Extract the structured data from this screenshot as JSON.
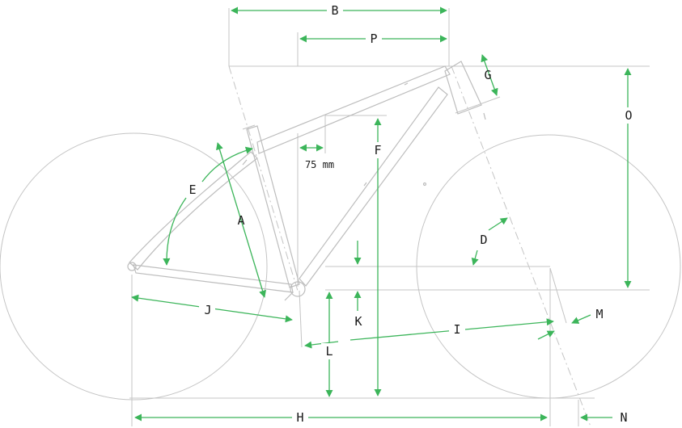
{
  "colors": {
    "dimension": "#3cb55a",
    "frame": "#bdbdbd",
    "label": "#1a1a1a",
    "background": "#ffffff"
  },
  "labels": {
    "A": "A",
    "B": "B",
    "D": "D",
    "E": "E",
    "F": "F",
    "G": "G",
    "H": "H",
    "I": "I",
    "J": "J",
    "K": "K",
    "L": "L",
    "M": "M",
    "N": "N",
    "O": "O",
    "P": "P",
    "offset": "75 mm"
  }
}
